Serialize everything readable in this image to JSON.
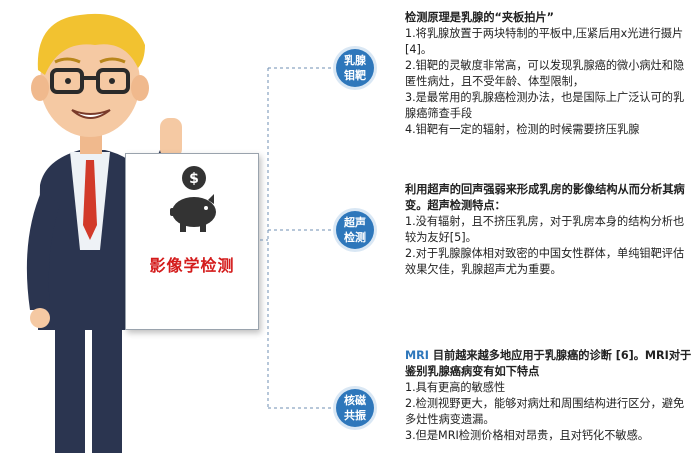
{
  "board": {
    "title": "影像学检测"
  },
  "sections": [
    {
      "circle_label": [
        "乳腺",
        "钼靶"
      ],
      "heading": "检测原理是乳腺的“夹板拍片”",
      "items": [
        "1.将乳腺放置于两块特制的平板中,压紧后用x光进行摄片[4]。",
        "2.钼靶的灵敏度非常高，可以发现乳腺癌的微小病灶和隐匿性病灶，且不受年龄、体型限制，",
        "3.是最常用的乳腺癌检测办法，也是国际上广泛认可的乳腺癌筛查手段",
        "4.钼靶有一定的辐射，检测的时候需要挤压乳腺"
      ]
    },
    {
      "circle_label": [
        "超声",
        "检测"
      ],
      "heading": "利用超声的回声强弱来形成乳房的影像结构从而分析其病变。超声检测特点：",
      "items": [
        "1.没有辐射，且不挤压乳房，对于乳房本身的结构分析也较为友好[5]。",
        "2.对于乳腺腺体相对致密的中国女性群体，单纯钼靶评估效果欠佳，乳腺超声尤为重要。"
      ]
    },
    {
      "circle_label": [
        "核磁",
        "共振"
      ],
      "heading_tag": "MRI",
      "heading": " 目前越来越多地应用于乳腺癌的诊断 [6]。MRI对于鉴别乳腺癌病变有如下特点",
      "items": [
        "1.具有更高的敏感性",
        "2.检测视野更大，能够对病灶和周围结构进行区分，避免多灶性病变遗漏。",
        "3.但是MRI检测价格相对昂贵，且对钙化不敏感。"
      ]
    }
  ]
}
